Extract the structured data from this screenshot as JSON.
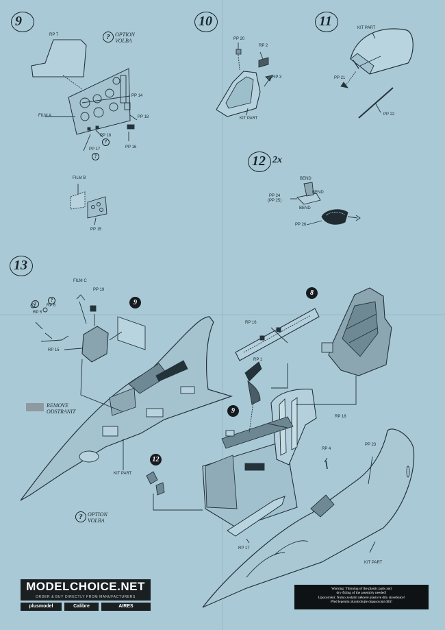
{
  "steps": {
    "s9": {
      "number": "9"
    },
    "s10": {
      "number": "10"
    },
    "s11": {
      "number": "11"
    },
    "s12": {
      "number": "12",
      "multiplier": "2x"
    },
    "s13": {
      "number": "13"
    }
  },
  "option": {
    "line1": "OPTION",
    "line2": "VOLBA",
    "mark": "?"
  },
  "remove": {
    "line1": "REMOVE",
    "line2": "ODSTRANIT"
  },
  "labels": {
    "rp7": "RP 7",
    "film_a": "FILM A",
    "pp14": "PP 14",
    "pp18": "PP 18",
    "pp16": "PP 16",
    "pp17": "PP 17",
    "film_b": "FILM B",
    "pp15": "PP 15",
    "pp20": "PP 20",
    "rp2": "RP 2",
    "rp3": "RP 3",
    "kit_part_10": "KIT PART",
    "kit_part_11": "KIT PART",
    "pp21": "PP 21",
    "pp22": "PP 22",
    "bend1": "BEND",
    "bend2": "BEND",
    "bend3": "BEND",
    "pp24": "PP 24",
    "pp25": "(PP 25)",
    "pp26": "PP 26",
    "film_c": "FILM C",
    "pp19": "PP 19",
    "rp6": "RP 6",
    "rp5": "RP 5",
    "rp15": "RP 15",
    "rp16": "RP 16",
    "rp1": "RP 1",
    "rp18": "RP 18",
    "rp4": "RP 4",
    "pp23": "PP 23",
    "kit_part_13a": "KIT PART",
    "kit_part_13b": "KIT PART",
    "rp17": "RP 17"
  },
  "ref_badges": {
    "b9a": "9",
    "b9b": "9",
    "b8": "8",
    "b12": "12"
  },
  "footer": {
    "brand": "MODELCHOICE.NET",
    "brand_sub": "ORDER & BUY DIRECTLY FROM MANUFACTURERS",
    "logos": [
      "plusmodel",
      "Calibre",
      "AIRES"
    ],
    "warning": [
      "Warning: Thinning of the plastic parts and",
      "dry-fitting of the assembly needed!",
      "Upozornění: Nutno zeslabit některé plastové díly stavebnice!",
      "Před lepením zkontrolujte dopasování dílů!"
    ]
  }
}
